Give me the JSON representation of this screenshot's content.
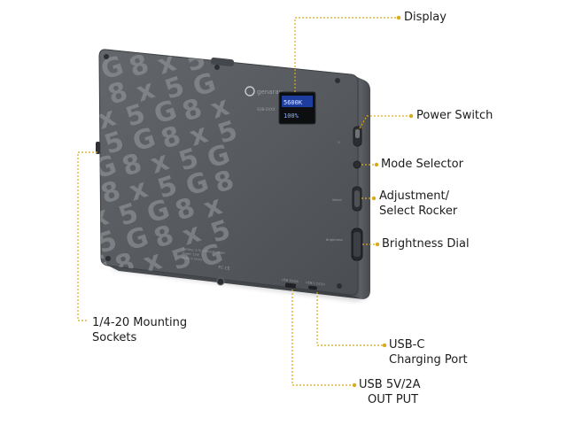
{
  "brand": {
    "name": "genaray",
    "model": "SOB-XXXX",
    "accent": "#d9a91a",
    "panel_color": "#55585c",
    "pattern_glyphs": [
      "G",
      "8",
      "x",
      "5"
    ]
  },
  "display": {
    "line1": "5600K",
    "line2": "100%"
  },
  "labels": {
    "display": "Display",
    "power_switch": "Power Switch",
    "mode_selector": "Mode Selector",
    "adjustment_line1": "Adjustment/",
    "adjustment_line2": "Select Rocker",
    "brightness_dial": "Brightness Dial",
    "mounting_line1": "1/4-20 Mounting",
    "mounting_line2": "Sockets",
    "usbc_line1": "USB-C",
    "usbc_line2": "Charging Port",
    "usb5v_line1": "USB 5V/2A",
    "usb5v_line2": "OUT PUT"
  },
  "device_print": {
    "spec_line1": "Battery: 3.7V 5200mAh 19Wh",
    "spec_line2": "Power: 12W",
    "spec_line3": "Made in China",
    "cert_marks": "FC CE",
    "port_label_a": "USB 5V/2A",
    "port_label_c": "USB-C DC5V",
    "side_label_1": "Select",
    "side_label_2": "Brightness"
  }
}
